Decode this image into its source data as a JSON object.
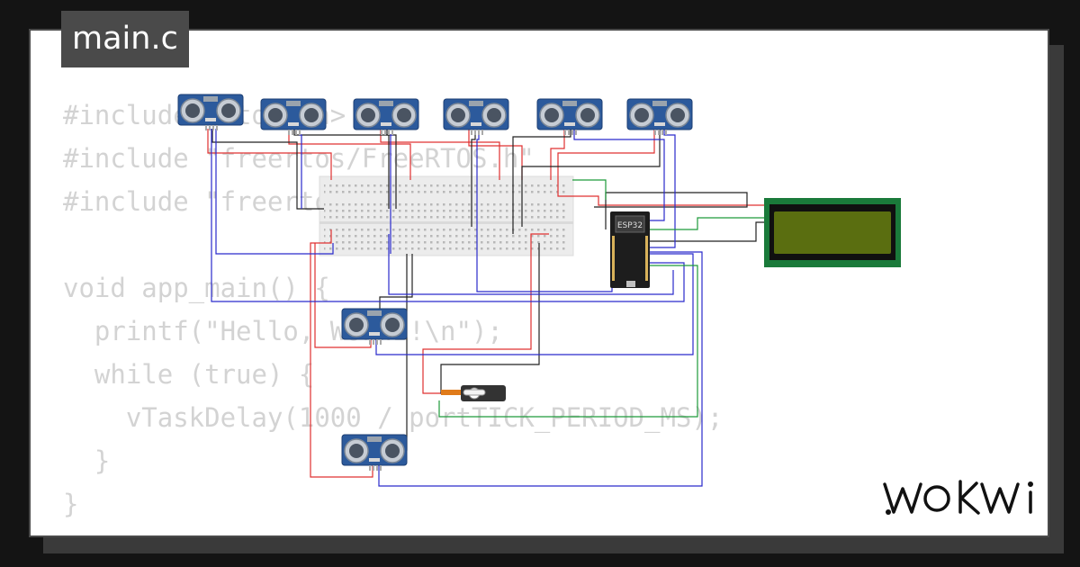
{
  "file_tab": {
    "label": "main.c"
  },
  "code_lines": [
    "#include <stdio.h>",
    "#include \"freertos/FreeRTOS.h\"",
    "#include \"freertos/task.h\"",
    "",
    "void app_main() {",
    "  printf(\"Hello, Wokwi!\\n\");",
    "  while (true) {",
    "    vTaskDelay(1000 / portTICK_PERIOD_MS);",
    "  }",
    "}"
  ],
  "circuit": {
    "mcu_label": "ESP32",
    "sensor_count": 8,
    "wire_colors": {
      "red": "#e03030",
      "black": "#222222",
      "blue": "#2a2acc",
      "green": "#1d9a3a"
    },
    "lcd_colors": {
      "frame": "#1a7a3a",
      "screen": "#5a6e10"
    }
  },
  "brand": {
    "logo_text": "WOKWi"
  }
}
